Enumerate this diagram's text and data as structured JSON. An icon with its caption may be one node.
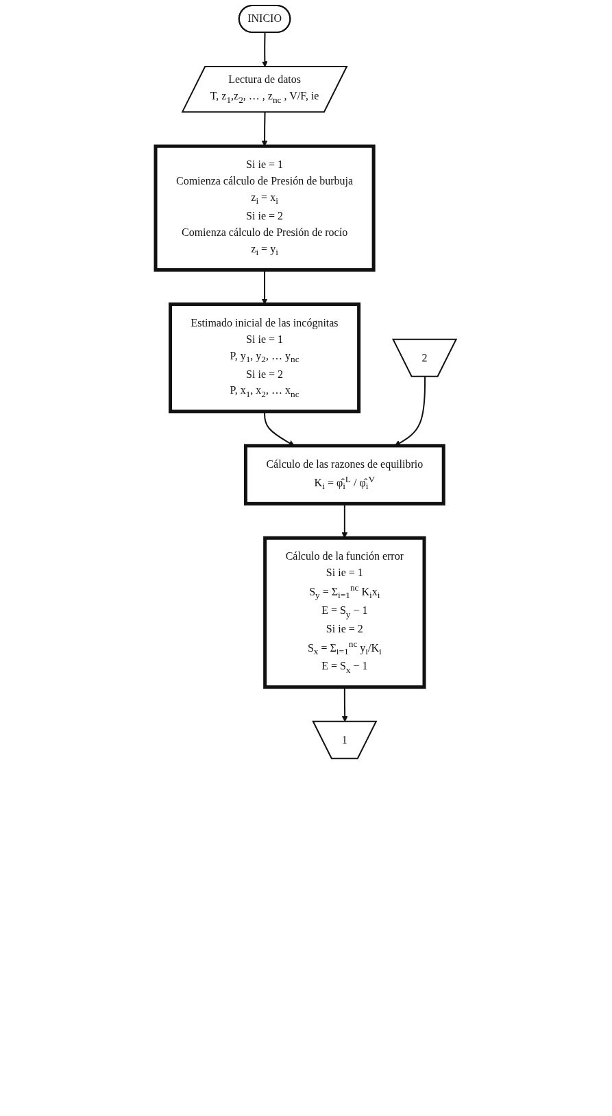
{
  "diagram": {
    "nodes": [
      {
        "text": [
          "INICIO"
        ]
      },
      {
        "text": [
          "Lectura de datos",
          "T, z$_{1}$,z$_{2}$, … , z$_{nc}$ , V/F, ie"
        ]
      },
      {
        "text": [
          "Si ie = 1",
          "Comienza cálculo de Presión de burbuja",
          "z$_{i}$ = x$_{i}$",
          "Si ie = 2",
          "Comienza cálculo de Presión de rocío",
          "z$_{i}$ = y$_{i}$"
        ]
      },
      {
        "text": [
          "Estimado inicial de las incógnitas",
          "Si ie = 1",
          "P, y$_{1}$, y$_{2}$, … y$_{nc}$",
          "Si ie = 2",
          "P, x$_{1}$, x$_{2}$, … x$_{nc}$"
        ]
      },
      {
        "text": [
          "Cálculo de las razones de equilibrio",
          "K$_{i}$ = φ̂$_{i}$$^{L}$ / φ̂$_{i}$$^{V}$"
        ]
      },
      {
        "text": [
          "Cálculo de la función error",
          "Si ie = 1",
          "S$_{y}$ = Σ$_{i=1}$$^{nc}$ K$_{i}$x$_{i}$",
          "E = S$_{y}$ − 1",
          "Si ie = 2",
          "S$_{x}$ = Σ$_{i=1}$$^{nc}$ y$_{i}$/K$_{i}$",
          "E = S$_{x}$ − 1"
        ]
      },
      {
        "text": [
          "1"
        ]
      },
      {
        "text": [
          "2"
        ]
      }
    ],
    "edges": [
      {
        "from": 0,
        "to": 1,
        "arrow": "to"
      },
      {
        "from": 1,
        "to": 2,
        "arrow": "to"
      },
      {
        "from": 2,
        "to": 3,
        "arrow": "to"
      },
      {
        "from": 3,
        "to": 4,
        "arrow": "to"
      },
      {
        "from": 7,
        "to": 4,
        "arrow": "to"
      },
      {
        "from": 4,
        "to": 5,
        "arrow": "to"
      },
      {
        "from": 5,
        "to": 6,
        "arrow": "to"
      }
    ]
  }
}
